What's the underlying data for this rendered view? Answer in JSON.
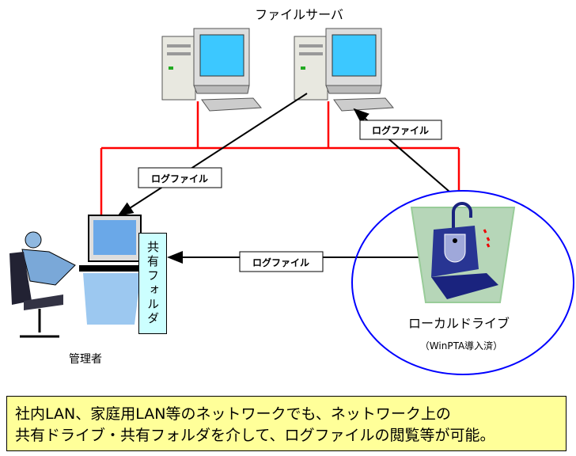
{
  "title": "ファイルサーバ",
  "labels": {
    "log_file_1": "ログファイル",
    "log_file_2": "ログファイル",
    "log_file_3": "ログファイル"
  },
  "shared_folder": "共有フォルダ",
  "admin": "管理者",
  "local_drive": {
    "name": "ローカルドライブ",
    "note": "（WinPTA導入済）"
  },
  "notice": {
    "line1": "社内LAN、家庭用LAN等のネットワークでも、ネットワーク上の",
    "line2": "共有ドライブ・共有フォルダを介して、ログファイルの閲覧等が可能。"
  },
  "colors": {
    "network": "#ff0000",
    "ellipse": "#0000ff",
    "folder": "#ccffff",
    "note": "#ffff99"
  }
}
